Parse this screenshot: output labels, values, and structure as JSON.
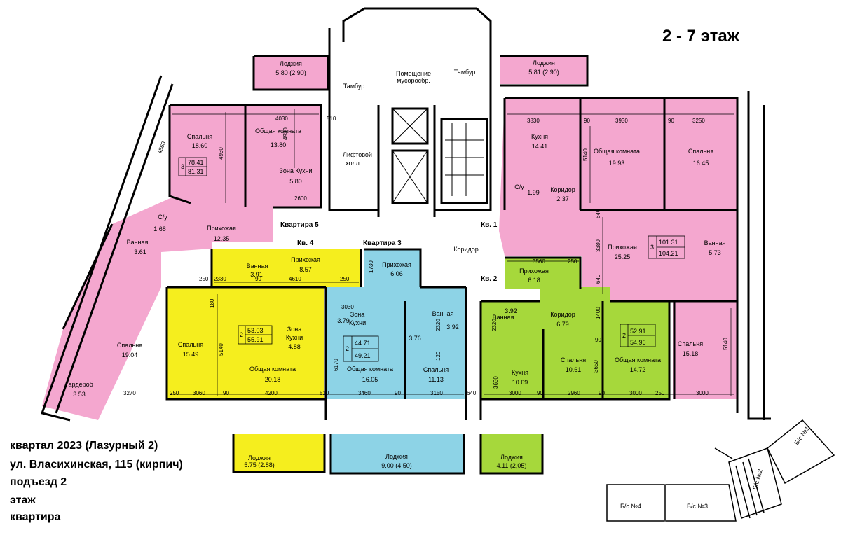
{
  "header": {
    "floor_label": "2 - 7 этаж"
  },
  "info": {
    "line1": "квартал 2023 (Лазурный 2)",
    "line2": "ул. Власихинская, 115 (кирпич)",
    "line3": "подъезд 2",
    "floor_field": "этаж",
    "apt_field": "квартира"
  },
  "colors": {
    "pink": "#f4a7cf",
    "yellow": "#f5ee1e",
    "blue": "#8dd3e6",
    "green": "#a6d83b",
    "wall": "#000000"
  },
  "rooms": {
    "loggia_top_left": "Лоджия",
    "loggia_top_left_area": "5.80 (2,90)",
    "loggia_top_right": "Лоджия",
    "loggia_top_right_area": "5.81 (2.90)",
    "bed_5": "Спальня",
    "bed_5_area": "18.60",
    "living_5": "Общая комната",
    "living_5_area": "13.80",
    "kitchen_zone_5": "Зона Кухни",
    "kitchen_zone_5_area": "5.80",
    "bath_5": "С/у",
    "bath_5_area": "1.68",
    "shower_5": "Ванная",
    "shower_5_area": "3.61",
    "hall_5": "Прихожая",
    "hall_5_area": "12.35",
    "bed_5b": "Спальня",
    "bed_5b_area": "19.04",
    "wardrobe_5": "Гардероб",
    "wardrobe_5_area": "3.53",
    "tambour_l": "Тамбур",
    "tambour_r": "Тамбур",
    "garbage_1": "Помещение",
    "garbage_2": "мусоросбр.",
    "lift_hall_1": "Лифтовой",
    "lift_hall_2": "холл",
    "corridor": "Коридор",
    "hall_4": "Прихожая",
    "hall_4_area": "8.57",
    "bath_4": "Ванная",
    "bath_4_area": "3.91",
    "bed_4": "Спальня",
    "bed_4_area": "15.49",
    "kitchen_zone_4a": "Зона",
    "kitchen_zone_4b": "Кухни",
    "kitchen_zone_4_area": "4.88",
    "living_4": "Общая комната",
    "living_4_area": "20.18",
    "loggia_4": "Лоджия",
    "loggia_4_area": "5.75 (2.88)",
    "hall_3": "Прихожая",
    "hall_3_area": "6.06",
    "kitchen_zone_3a": "Зона",
    "kitchen_zone_3b": "Кухни",
    "kitchen_zone_3_area": "3.79",
    "bath_3": "Ванная",
    "bath_3_area": "3.92",
    "hall_3b_area": "3.76",
    "living_3": "Общая комната",
    "living_3_area": "16.05",
    "bed_3": "Спальня",
    "bed_3_area": "11.13",
    "loggia_3": "Лоджия",
    "loggia_3_area": "9.00 (4.50)",
    "kitchen_1": "Кухня",
    "kitchen_1_area": "14.41",
    "living_1": "Общая комната",
    "living_1_area": "19.93",
    "bed_1": "Спальня",
    "bed_1_area": "16.45",
    "wc_1": "С/у",
    "wc_1_area": "1.99",
    "corr_1": "Коридор",
    "corr_1_area": "2.37",
    "hall_1": "Прихожая",
    "hall_1_area": "25.25",
    "bath_1": "Ванная",
    "bath_1_area": "5.73",
    "bed_1b": "Спальня",
    "bed_1b_area": "15.18",
    "hall_2": "Прихожая",
    "hall_2_area": "6.18",
    "bath_2": "Ванная",
    "bath_2_area": "3.92",
    "corr_2": "Коридор",
    "corr_2_area": "6.79",
    "bed_2": "Спальня",
    "bed_2_area": "10.61",
    "living_2": "Общая комната",
    "living_2_area": "14.72",
    "kitchen_2": "Кухня",
    "kitchen_2_area": "10.69",
    "loggia_2": "Лоджия",
    "loggia_2_area": "4.11 (2,05)"
  },
  "apartments": {
    "apt5": "Квартира 5",
    "apt4": "Кв. 4",
    "apt3": "Квартира 3",
    "apt1": "Кв. 1",
    "apt2": "Кв. 2",
    "apt5_rooms": "3",
    "apt5_living": "78.41",
    "apt5_total": "81.31",
    "apt4_rooms": "2",
    "apt4_living": "53.03",
    "apt4_total": "55.91",
    "apt3_rooms": "2",
    "apt3_living": "44.71",
    "apt3_total": "49.21",
    "apt1_rooms": "3",
    "apt1_living": "101.31",
    "apt1_total": "104.21",
    "apt2_rooms": "2",
    "apt2_living": "52.91",
    "apt2_total": "54.96"
  },
  "dims": {
    "d4030": "4030",
    "d510a": "510",
    "d4930a": "4930",
    "d4930b": "4930",
    "d4560": "4560",
    "d2600": "2600",
    "d3830": "3830",
    "d90a": "90",
    "d3930": "3930",
    "d90b": "90",
    "d3250": "3250",
    "d5140a": "5140",
    "d640a": "640",
    "d3380": "3380",
    "d640b": "640",
    "d3560": "3560",
    "d250a": "250",
    "d1400": "1400",
    "d2330": "2330",
    "d90c": "90",
    "d4610": "4610",
    "d250b": "250",
    "d250c": "250",
    "d1730": "1730",
    "d180": "180",
    "d5140b": "5140",
    "d3030": "3030",
    "d2320a": "2320",
    "d2320b": "2320",
    "d120": "120",
    "d6170": "6170",
    "d3650": "3650",
    "d3630": "3630",
    "d5140c": "5140",
    "d3270": "3270",
    "d250d": "250",
    "d3060": "3060",
    "d90d": "90",
    "d4200": "4200",
    "d510b": "510",
    "d3460": "3460",
    "d90e": "90",
    "d3150": "3150",
    "d640c": "640",
    "d3000a": "3000",
    "d90f": "90",
    "d2960": "2960",
    "d90g": "90",
    "d3000b": "3000",
    "d250e": "250",
    "d3000c": "3000",
    "d90h": "90"
  },
  "key": {
    "bs1": "Б/с №1",
    "bs2": "Б/с №2",
    "bs3": "Б/с №3",
    "bs4": "Б/с №4"
  }
}
